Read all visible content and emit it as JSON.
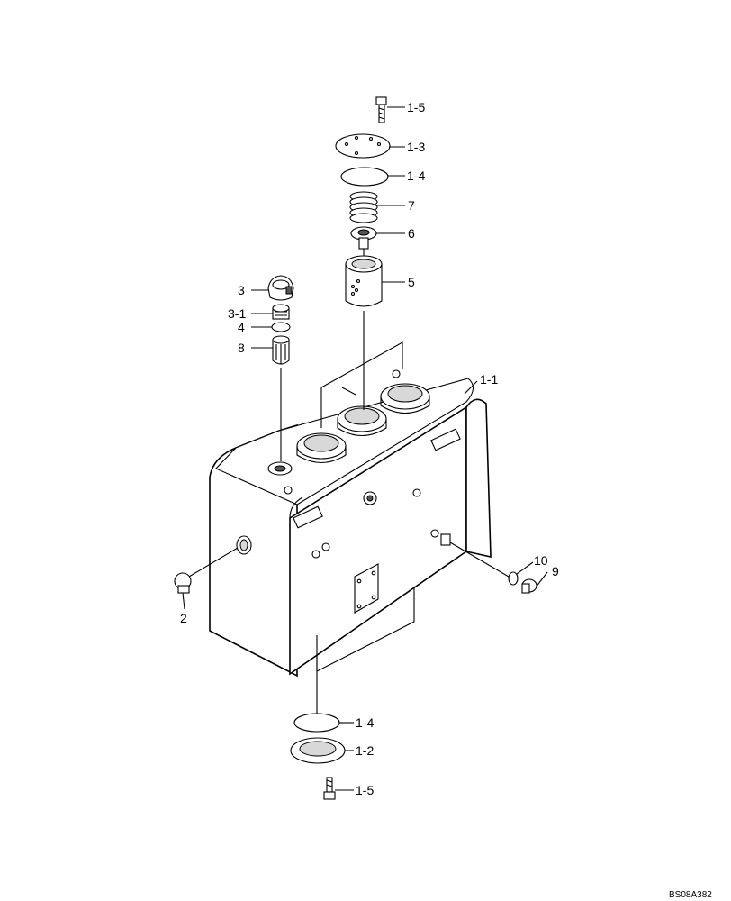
{
  "labels": {
    "p1_5_top": "1-5",
    "p1_3": "1-3",
    "p1_4_top": "1-4",
    "p7": "7",
    "p6": "6",
    "p5": "5",
    "p3": "3",
    "p3_1": "3-1",
    "p4": "4",
    "p8": "8",
    "p1_1": "1-1",
    "p10": "10",
    "p9": "9",
    "p2": "2",
    "p1_4_bottom": "1-4",
    "p1_2": "1-2",
    "p1_5_bottom": "1-5"
  },
  "reference_code": "BS08A382"
}
